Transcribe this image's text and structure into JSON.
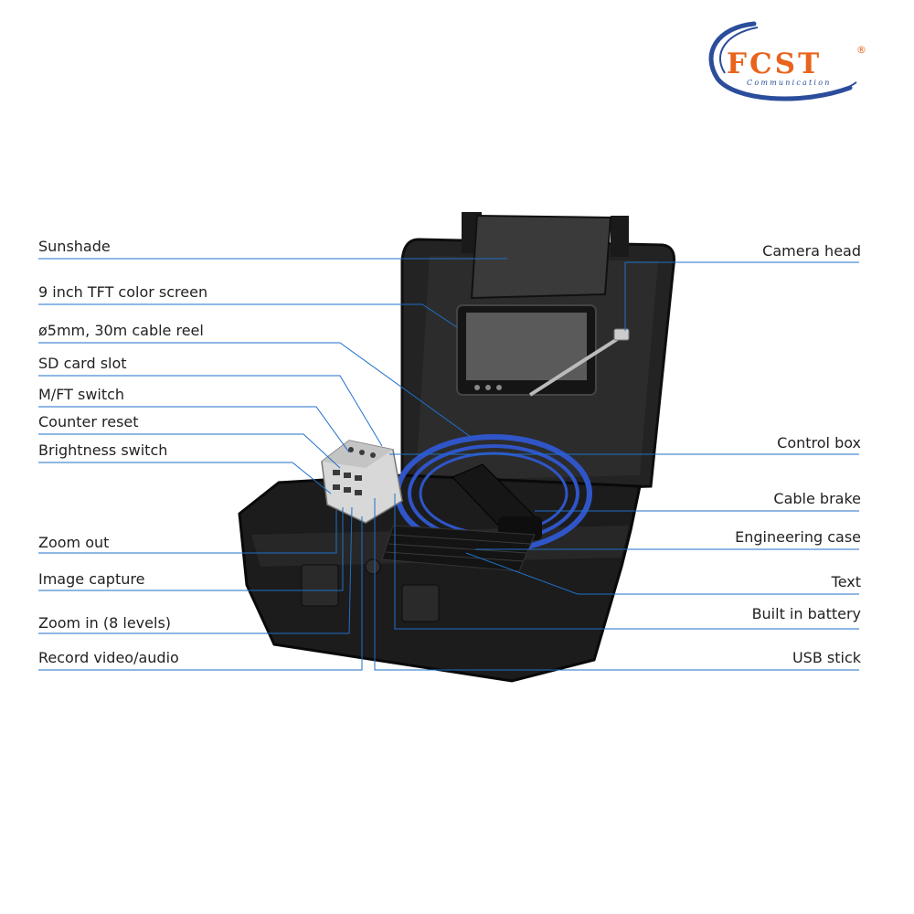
{
  "brand": {
    "name": "FCST",
    "subtitle": "Communication",
    "registered": "®",
    "colors": {
      "orange": "#e8641c",
      "blue": "#2b4d9c"
    }
  },
  "colors": {
    "leader_line": "#1f6fc9",
    "case_body": "#1c1c1c",
    "cable": "#2f55c8"
  },
  "labels_left": [
    "Sunshade",
    "9 inch TFT color screen",
    "ø5mm, 30m cable reel",
    "SD card slot",
    "M/FT switch",
    "Counter reset",
    "Brightness switch",
    "Zoom out",
    "Image capture",
    "Zoom in (8 levels)",
    "Record video/audio"
  ],
  "labels_right": [
    "Camera head",
    "Control box",
    "Cable brake",
    "Engineering case",
    "Text",
    "Built in battery",
    "USB stick"
  ]
}
